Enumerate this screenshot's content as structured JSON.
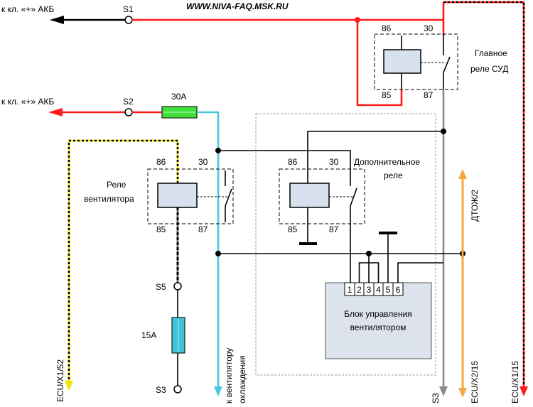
{
  "header": {
    "website": "WWW.NIVA-FAQ.MSK.RU"
  },
  "battery_feed_1": {
    "label": "к кл. «+» АКБ",
    "node": "S1"
  },
  "battery_feed_2": {
    "label": "к кл. «+» АКБ",
    "node": "S2",
    "fuse": "30A"
  },
  "main_relay": {
    "title_line_1": "Главное",
    "title_line_2": "реле СУД",
    "pin_86": "86",
    "pin_30": "30",
    "pin_85": "85",
    "pin_87": "87"
  },
  "fan_relay": {
    "title_line_1": "Реле",
    "title_line_2": "вентилятора",
    "pin_86": "86",
    "pin_30": "30",
    "pin_85": "85",
    "pin_87": "87"
  },
  "extra_relay": {
    "title_line_1": "Дополнительное",
    "title_line_2": "реле",
    "pin_86": "86",
    "pin_30": "30",
    "pin_85": "85",
    "pin_87": "87"
  },
  "fan_branch": {
    "node_top": "S5",
    "fuse": "15A",
    "node_bottom": "S3"
  },
  "control_unit": {
    "title_line_1": "Блок управления",
    "title_line_2": "вентилятором",
    "pins": [
      "1",
      "2",
      "3",
      "4",
      "5",
      "6"
    ]
  },
  "outputs": {
    "ecu_x1_52": "ECU/X1/52",
    "fan_line_1": "к вентилятору",
    "fan_line_2": "охлаждения",
    "s3": "S3",
    "sensor": "ДТОЖ/2",
    "ecu_x2_15": "ECU/X2/15",
    "ecu_x1_15": "ECU/X1/15"
  },
  "colors": {
    "feed_black": "#000000",
    "power_red": "#ff1a1a",
    "fused_cyan": "#4cc6dc",
    "fuse_green": "#3fe03a",
    "fuse_cyan": "#3fc3da",
    "sensor_orange": "#f5a640",
    "ecu_yellow": "#f2e400",
    "switched_grey": "#8a8a8a",
    "branch_grey": "#7a7a7a",
    "coil_fill": "#d8e2ee",
    "unit_fill": "#dde3ec"
  }
}
